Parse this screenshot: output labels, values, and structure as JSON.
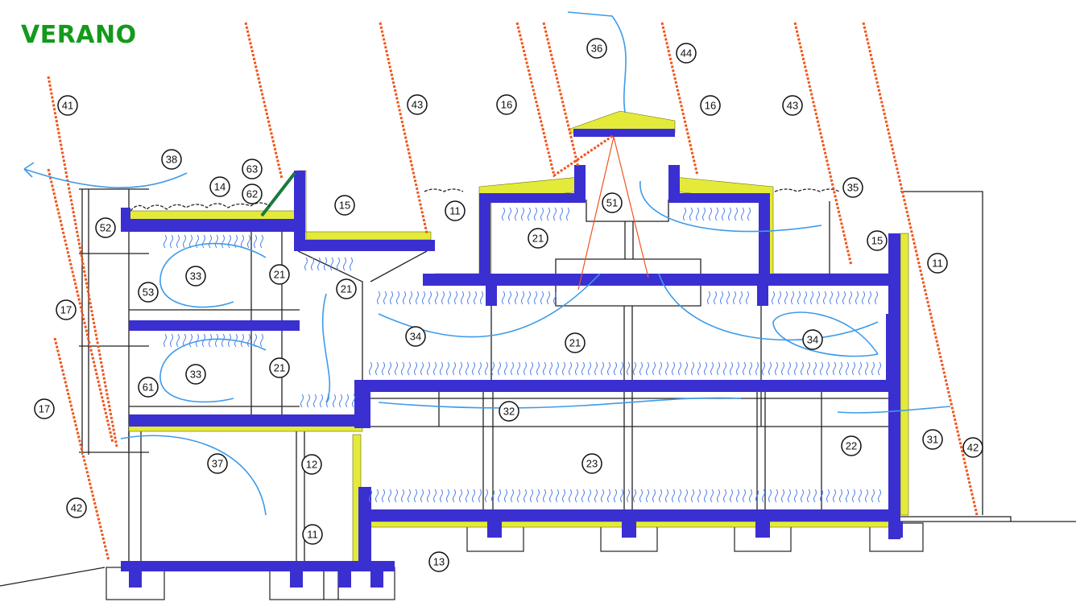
{
  "title": "VERANO",
  "labels": [
    "41",
    "38",
    "14",
    "63",
    "62",
    "52",
    "53",
    "33",
    "21",
    "17",
    "33",
    "21",
    "61",
    "17",
    "37",
    "12",
    "42",
    "11",
    "15",
    "21",
    "43",
    "16",
    "11",
    "21",
    "36",
    "44",
    "16",
    "51",
    "43",
    "35",
    "15",
    "11",
    "34",
    "21",
    "34",
    "32",
    "22",
    "31",
    "42",
    "23",
    "13"
  ],
  "colors": {
    "structure": "#3a2fd0",
    "insulation": "#e4ea3a",
    "sun_rays": "#f0551c",
    "airflow": "#3d9be9",
    "title": "#139a1b"
  }
}
